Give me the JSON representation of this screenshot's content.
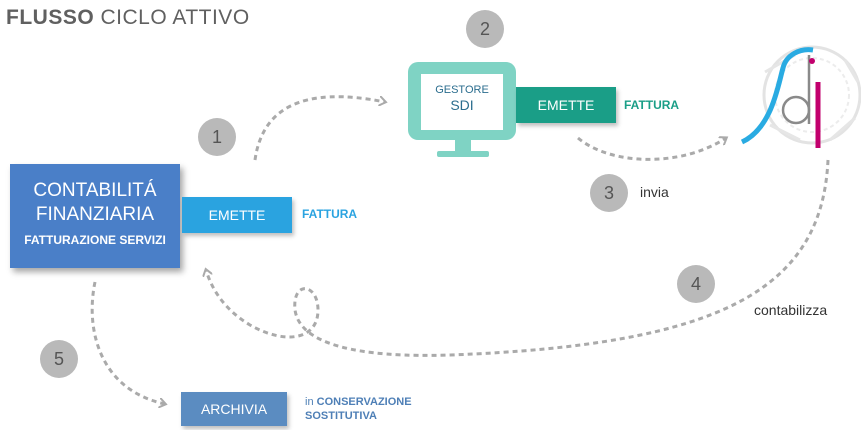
{
  "title": {
    "strong": "FLUSSO",
    "light": "CICLO ATTIVO"
  },
  "steps": [
    "1",
    "2",
    "3",
    "4",
    "5"
  ],
  "main_box": {
    "line1": "CONTABILITÁ",
    "line2": "FINANZIARIA",
    "line3": "FATTURAZIONE SERVIZI"
  },
  "emette_left": {
    "tag": "EMETTE",
    "label": "FATTURA"
  },
  "gestore": {
    "line1": "GESTORE",
    "line2": "SDI"
  },
  "emette_right": {
    "tag": "EMETTE",
    "label": "FATTURA"
  },
  "invia": "invia",
  "contabilizza": "contabilizza",
  "archivia": {
    "tag": "ARCHIVIA",
    "prefix": "in",
    "line1": "CONSERVAZIONE",
    "line2": "SOSTITUTIVA"
  },
  "colors": {
    "main_box": "#4a7fc8",
    "emette_left": "#2aa3e0",
    "monitor": "#7fd3c4",
    "emette_right": "#1a9e87",
    "archivia": "#5b8cc1",
    "step_circle": "#b9b9b9",
    "arrow": "#aaaaaa"
  }
}
